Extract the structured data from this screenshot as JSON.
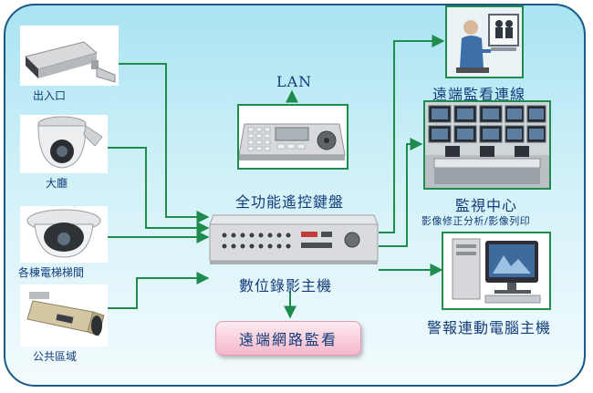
{
  "cameras": {
    "entrance_label": "出入口",
    "lobby_label": "大廳",
    "elevator_label": "各棟電梯梯間",
    "public_label": "公共區域"
  },
  "center": {
    "lan_label": "LAN",
    "keyboard_label": "全功能遙控鍵盤",
    "dvr_label": "數位錄影主機",
    "remote_network_label": "遠端網路監看"
  },
  "outputs": {
    "remote_view_label": "遠端監看連線",
    "monitor_center_label": "監視中心",
    "monitor_center_sub": "影像修正分析/影像列印",
    "alarm_pc_label": "警報連動電腦主機"
  },
  "colors": {
    "line": "#1f8b4c",
    "text": "#123c7a",
    "border": "#1a5a88",
    "button": "#f5b8cb"
  }
}
